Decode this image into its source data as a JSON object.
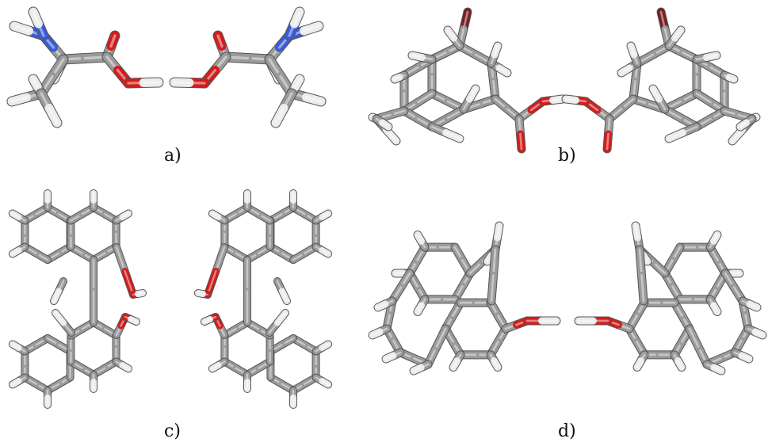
{
  "panels": [
    {
      "id": "a",
      "label": "a)"
    },
    {
      "id": "b",
      "label": "b)"
    },
    {
      "id": "c",
      "label": "c)"
    },
    {
      "id": "d",
      "label": "d)"
    }
  ],
  "colors": {
    "background": "#ffffff",
    "carbon": "#9a9a9a",
    "carbon_highlight": "#d4d4d4",
    "hydrogen": "#ececec",
    "nitrogen": "#3b5bd6",
    "oxygen": "#d21d1d",
    "bromine": "#7a1f22"
  }
}
